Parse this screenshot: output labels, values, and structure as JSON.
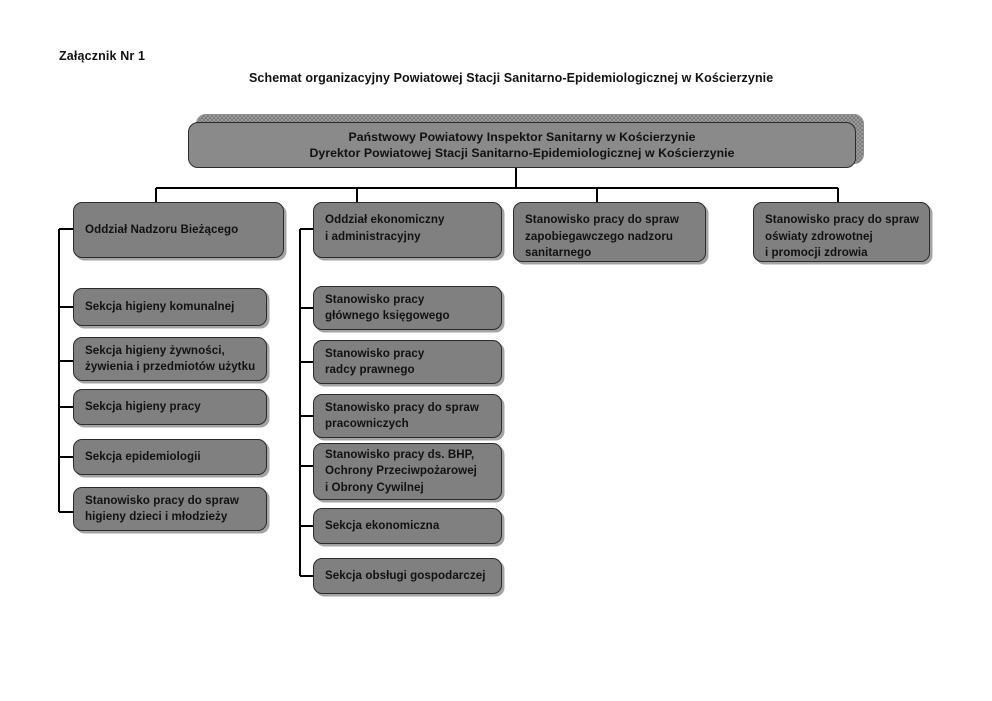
{
  "document": {
    "attachment_label": "Załącznik Nr 1",
    "title": "Schemat organizacyjny Powiatowej Stacji Sanitarno-Epidemiologicznej w Kościerzynie"
  },
  "colors": {
    "node_fill": "#808080",
    "node_border": "#2b2b2b",
    "connector": "#000000",
    "page_background": "#ffffff",
    "text": "#111111"
  },
  "chart_data": {
    "type": "diagram",
    "diagram_kind": "organizational-chart",
    "title": "Schemat organizacyjny Powiatowej Stacji Sanitarno-Epidemiologicznej w Kościerzynie",
    "orientation": "top-down",
    "root": {
      "id": "root",
      "lines": [
        "Państwowy Powiatowy Inspektor Sanitarny w Kościerzynie",
        "Dyrektor Powiatowej Stacji Sanitarno-Epidemiologicznej w Kościerzynie"
      ]
    },
    "branches": [
      {
        "id": "branch-nadzor",
        "head": {
          "id": "node-nadzor",
          "lines": [
            "Oddział Nadzoru Bieżącego"
          ]
        },
        "children": [
          {
            "id": "node-higiena-komunalna",
            "lines": [
              "Sekcja higieny komunalnej"
            ]
          },
          {
            "id": "node-higiena-zywnosci",
            "lines": [
              "Sekcja higieny żywności,",
              "żywienia i przedmiotów użytku"
            ]
          },
          {
            "id": "node-higiena-pracy",
            "lines": [
              "Sekcja higieny pracy"
            ]
          },
          {
            "id": "node-epidemiologia",
            "lines": [
              "Sekcja epidemiologii"
            ]
          },
          {
            "id": "node-higiena-dzieci",
            "lines": [
              "Stanowisko pracy do spraw",
              "higieny dzieci i młodzieży"
            ]
          }
        ]
      },
      {
        "id": "branch-ekonomiczny",
        "head": {
          "id": "node-ekonomiczny",
          "lines": [
            "Oddział ekonomiczny",
            "i administracyjny"
          ]
        },
        "children": [
          {
            "id": "node-glowny-ksiegowy",
            "lines": [
              "Stanowisko pracy",
              "głównego księgowego"
            ]
          },
          {
            "id": "node-radca-prawny",
            "lines": [
              "Stanowisko pracy",
              "radcy prawnego"
            ]
          },
          {
            "id": "node-sprawy-pracownicze",
            "lines": [
              "Stanowisko pracy do spraw",
              "pracowniczych"
            ]
          },
          {
            "id": "node-bhp",
            "lines": [
              "Stanowisko pracy ds. BHP,",
              "Ochrony Przeciwpożarowej",
              "i Obrony Cywilnej"
            ]
          },
          {
            "id": "node-sekcja-ekonomiczna",
            "lines": [
              "Sekcja ekonomiczna"
            ]
          },
          {
            "id": "node-obsluga-gospodarcza",
            "lines": [
              "Sekcja obsługi gospodarczej"
            ]
          }
        ]
      },
      {
        "id": "branch-zapobiegawczy",
        "head": {
          "id": "node-zapobiegawczy",
          "lines": [
            "Stanowisko pracy do spraw",
            "zapobiegawczego nadzoru",
            "sanitarnego"
          ]
        },
        "children": []
      },
      {
        "id": "branch-oswiata",
        "head": {
          "id": "node-oswiata",
          "lines": [
            "Stanowisko pracy do spraw",
            "oświaty zdrowotnej",
            "i promocji zdrowia"
          ]
        },
        "children": []
      }
    ]
  }
}
